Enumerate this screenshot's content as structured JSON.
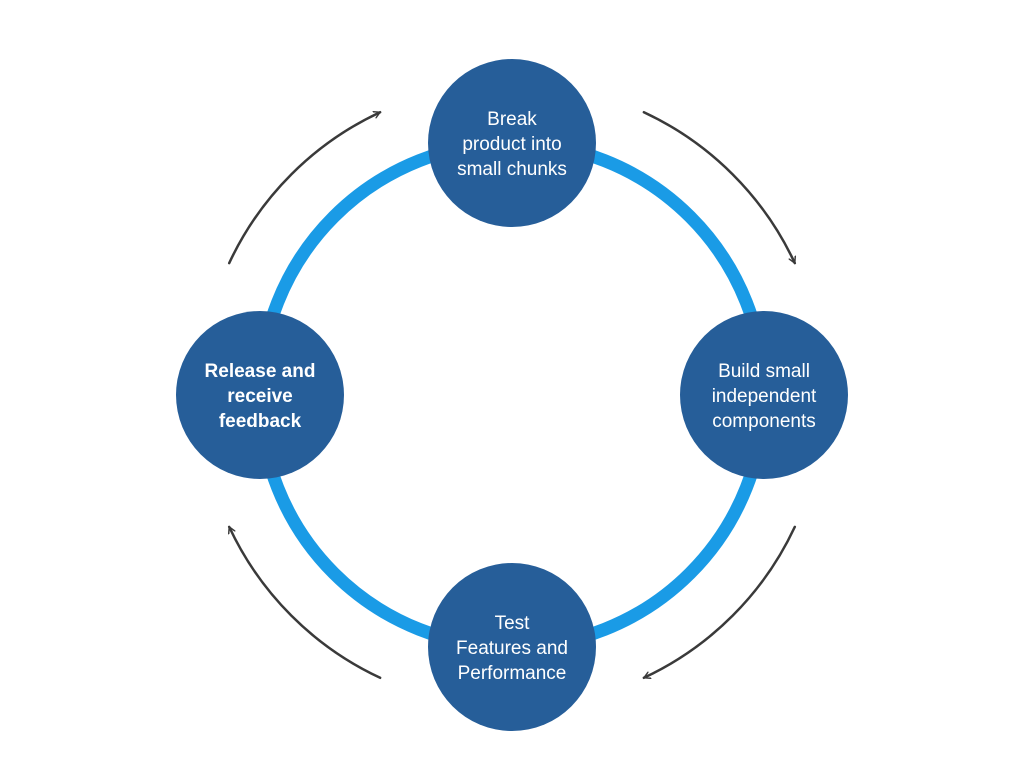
{
  "colors": {
    "background": "#ffffff",
    "ring": "#1a9be6",
    "node_fill": "#265e99",
    "node_text": "#ffffff",
    "arrow": "#3a3a3a"
  },
  "nodes": [
    {
      "id": "break-product",
      "lines": [
        "Break",
        "product into",
        "small chunks"
      ],
      "bold": false
    },
    {
      "id": "build-components",
      "lines": [
        "Build small",
        "independent",
        "components"
      ],
      "bold": false
    },
    {
      "id": "test-features",
      "lines": [
        "Test",
        "Features and",
        "Performance"
      ],
      "bold": false
    },
    {
      "id": "release-feedback",
      "lines": [
        "Release and",
        "receive",
        "feedback"
      ],
      "bold": true
    }
  ],
  "edges": [
    {
      "from": "break-product",
      "to": "build-components",
      "direction": "clockwise"
    },
    {
      "from": "build-components",
      "to": "test-features",
      "direction": "clockwise"
    },
    {
      "from": "test-features",
      "to": "release-feedback",
      "direction": "clockwise"
    },
    {
      "from": "release-feedback",
      "to": "break-product",
      "direction": "clockwise"
    }
  ]
}
